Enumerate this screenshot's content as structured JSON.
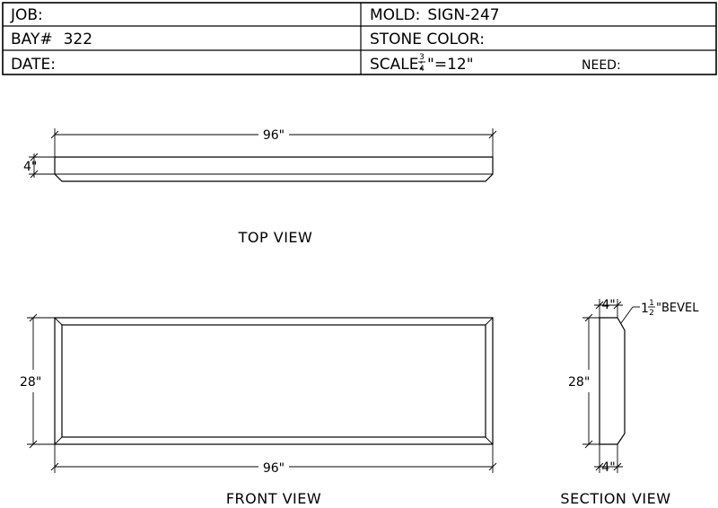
{
  "title_block": {
    "job_label": "JOB:",
    "bay_label": "BAY#",
    "bay_value": "322",
    "date_label": "DATE:",
    "mold_label": "MOLD:",
    "mold_value": "SIGN-247",
    "stone_color_label": "STONE COLOR:",
    "scale_label": "SCALE:",
    "scale_num": "3",
    "scale_den": "4",
    "scale_rest": "\"=12\"",
    "need_label": "NEED:"
  },
  "top_view": {
    "label": "TOP VIEW",
    "width_dim": "96\"",
    "depth_dim": "4\""
  },
  "front_view": {
    "label": "FRONT VIEW",
    "width_dim": "96\"",
    "height_dim": "28\""
  },
  "section_view": {
    "label": "SECTION VIEW",
    "top_dim": "4\"",
    "bottom_dim": "4\"",
    "height_dim": "28\"",
    "bevel_whole": "1",
    "bevel_num": "1",
    "bevel_den": "2",
    "bevel_rest": "\"BEVEL"
  }
}
